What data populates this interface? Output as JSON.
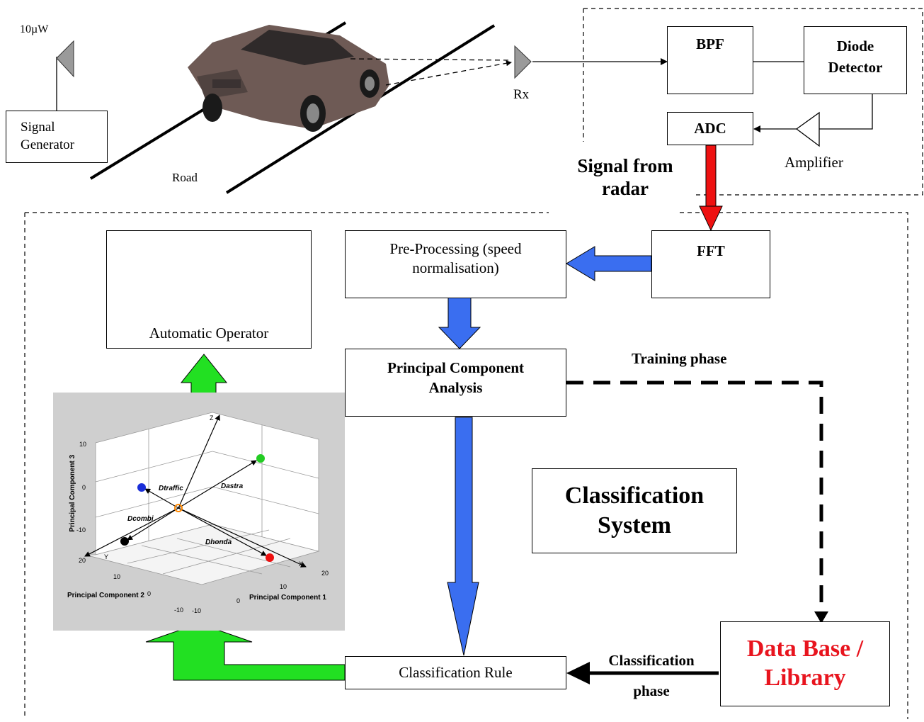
{
  "source": {
    "power": "10µW",
    "generator": "Signal\nGenerator",
    "road": "Road",
    "rx": "Rx"
  },
  "radar": {
    "bpf": "BPF",
    "diode": "Diode\nDetector",
    "adc": "ADC",
    "amplifier": "Amplifier",
    "signal_label": "Signal from\nradar"
  },
  "blocks": {
    "fft": "FFT",
    "preprocessing": "Pre-Processing (speed\nnormalisation)",
    "pca": "Principal Component\nAnalysis",
    "classification_system": "Classification\nSystem",
    "classification_rule": "Classification Rule",
    "database": "Data Base /\nLibrary",
    "automatic_operator": "Automatic Operator"
  },
  "phases": {
    "training": "Training phase",
    "classification": "Classification\nphase"
  },
  "plot3d": {
    "zlabel": "Principal Component 3",
    "ylabel": "Principal Component 2",
    "xlabel": "Principal Component 1",
    "x_axis": "X",
    "y_axis": "Y",
    "z_axis": "Z",
    "z_ticks": [
      "10",
      "0",
      "-10"
    ],
    "y_ticks": [
      "20",
      "10",
      "0",
      "-10"
    ],
    "x_ticks": [
      "-10",
      "0",
      "10",
      "20"
    ],
    "distances": [
      "Dtraffic",
      "Dastra",
      "Dcombi",
      "Dhonda"
    ],
    "point_colors": {
      "centre": "#ff8800",
      "astra": "#22cc22",
      "traffic": "#1a2ed8",
      "combi": "#000000",
      "honda": "#ee1111"
    }
  },
  "colors": {
    "blue_arrow": "#3a6ef0",
    "green_arrow": "#22e022",
    "red_arrow": "#ee1111",
    "database_text": "#e8141e"
  }
}
